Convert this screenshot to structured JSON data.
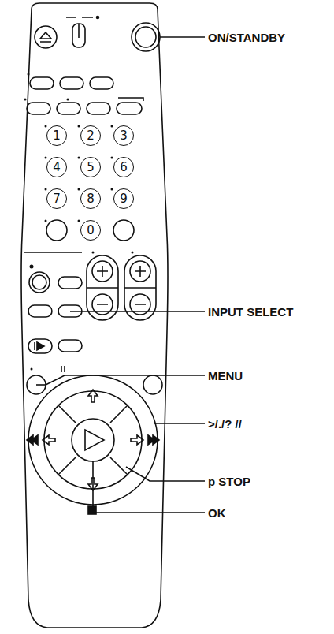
{
  "diagram": {
    "nodes": [
      {
        "text": [
          "1"
        ]
      },
      {
        "text": [
          "2"
        ]
      },
      {
        "text": [
          "3"
        ]
      },
      {
        "text": [
          "4"
        ]
      },
      {
        "text": [
          "5"
        ]
      },
      {
        "text": [
          "6"
        ]
      },
      {
        "text": [
          "7"
        ]
      },
      {
        "text": [
          "8"
        ]
      },
      {
        "text": [
          "9"
        ]
      },
      {
        "text": [
          "0"
        ]
      }
    ],
    "labels": [
      "ON/STANDBY",
      "INPUT SELECT",
      "MENU",
      ">/./? //",
      "p STOP",
      "OK"
    ]
  }
}
